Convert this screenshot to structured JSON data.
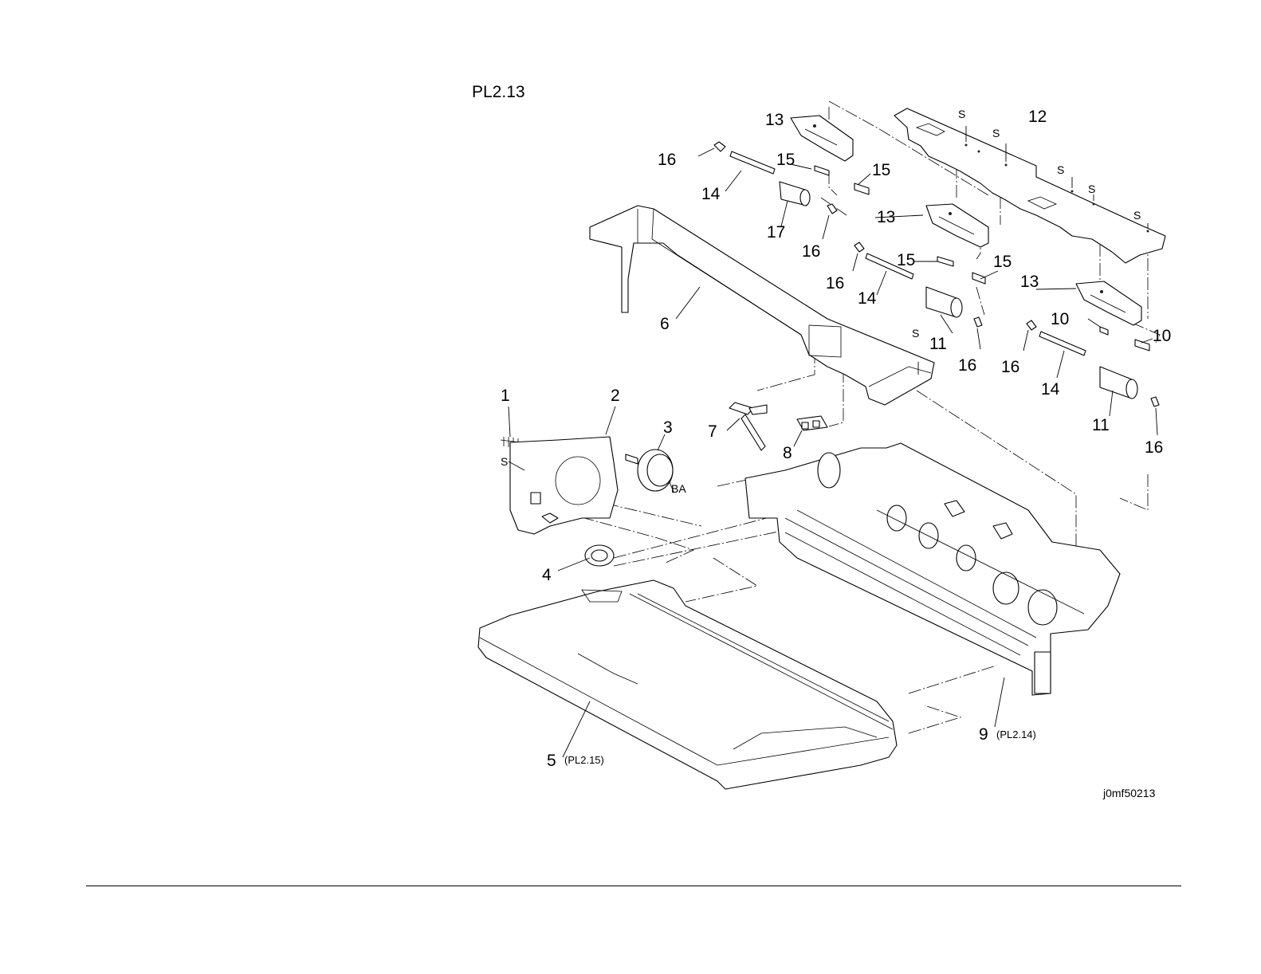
{
  "page": {
    "title": "PL2.13",
    "drawing_code": "j0mf50213"
  },
  "parts": {
    "p1": "1",
    "p2": "2",
    "p3": "3",
    "p4": "4",
    "p5": "5",
    "p6": "6",
    "p7": "7",
    "p8": "8",
    "p9": "9",
    "p10a": "10",
    "p10b": "10",
    "p11a": "11",
    "p11b": "11",
    "p12": "12",
    "p13a": "13",
    "p13b": "13",
    "p13c": "13",
    "p14a": "14",
    "p14b": "14",
    "p14c": "14",
    "p15a": "15",
    "p15b": "15",
    "p15c": "15",
    "p15d": "15",
    "p16a": "16",
    "p16b": "16",
    "p16c": "16",
    "p16d": "16",
    "p16e": "16",
    "p16f": "16",
    "p17": "17"
  },
  "references": {
    "p5_ref": "(PL2.15)",
    "p9_ref": "(PL2.14)",
    "ba": "BA"
  },
  "screw_marks": {
    "s1": "S",
    "s2": "S",
    "s3": "S",
    "s4": "S",
    "s5": "S",
    "s6": "S",
    "s7": "S"
  }
}
